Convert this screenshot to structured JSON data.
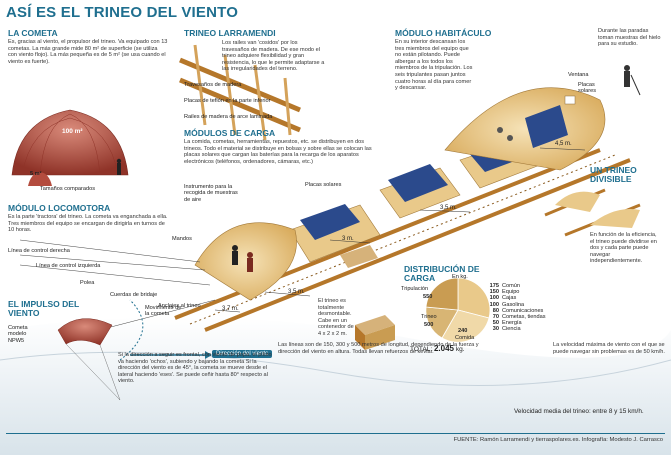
{
  "title": "ASÍ ES EL TRINEO DEL VIENTO",
  "cometa": {
    "heading": "LA COMETA",
    "text": "Es, gracias al viento, el propulsor del trineo. Va equipado con 13 cometas. La más grande mide 80 m² de superficie (se utiliza con viento flojo). La más pequeña es de 5 m² (se usa cuando el viento es fuerte).",
    "big": "100 m²",
    "small": "5 m²",
    "caption": "Tamaños comparados"
  },
  "locomotora": {
    "heading": "MÓDULO LOCOMOTORA",
    "text": "Es la parte 'tractora' del trineo. La cometa va enganchada a ella. Tres miembros del equipo se encargan de dirigirla en turnos de 10 horas.",
    "labels": [
      "Línea de control derecha",
      "Línea de control izquierda",
      "Polea",
      "Cuerdas de bridaje",
      "Mandos",
      "Anclajes al trineo"
    ]
  },
  "impulso": {
    "heading": "EL IMPULSO DEL VIENTO",
    "kite_label": "Cometa modelo NPW5",
    "movement": "Movimiento de la cometa",
    "wind_dir": "Dirección del viento",
    "text": "Si la dirección a seguir es frontal, con viento de popa, el piloto va haciendo 'ochos', subiendo y bajando la cometa Si la dirección del viento es de 45°, la cometa se mueve desde el lateral haciendo 'eses'. Se puede ceñir hasta 80° respecto al viento."
  },
  "larramendi": {
    "heading": "TRINEO LARRAMENDI",
    "text": "Los railes van 'cosidos' por los travesaños de madera. De ese modo el trineo adquiere flexibilidad y gran resistencia, lo que le permite adaptarse a las irregularidades del terreno.",
    "labels": [
      "Travesaños de madera",
      "Placas de teflón en la parte inferior",
      "Railes de madera de arce laminada"
    ]
  },
  "carga": {
    "heading": "MÓDULOS DE CARGA",
    "text": "La comida, cometas, herramientas, repuestos, etc. se distribuyen en dos trineos. Todo el material se distribuye en bolsas y sobre ellas se colocan las placas solares que cargan las baterías para la recarga de los aparatos electrónicos (teléfonos, ordenadores, cámaras, etc.)",
    "labels": [
      "Placas solares",
      "Instrumento para la recogida de muestras de aire"
    ]
  },
  "habitaculo": {
    "heading": "MÓDULO HABITÁCULO",
    "text": "En su interior descansan los tres miembros del equipo que no están pilotando. Puede albergar a los todos los miembros de la tripulación. Los seis tripulantes pasan juntos cuatro horas al día para comer y descansar.",
    "labels": [
      "Ventana",
      "Placas solares"
    ]
  },
  "paradas": "Durante las paradas toman muestras del hielo para su estudio.",
  "divisible": {
    "heading": "UN TRINEO DIVISIBLE",
    "text": "En función de la eficiencia, el trineo puede dividirse en dos y cada parte puede navegar independientemente."
  },
  "dims": [
    "4,5 m.",
    "3,5 m.",
    "3 m.",
    "3,5 m.",
    "3,7 m."
  ],
  "distribucion": {
    "heading": "DISTRIBUCIÓN DE CARGA",
    "unit": "En kg.",
    "pie_labels": [
      "Tripulación",
      "Trineo",
      "Comida"
    ],
    "pie_values": [
      "550",
      "500",
      "240"
    ],
    "legend": [
      {
        "value": "175",
        "label": "Común"
      },
      {
        "value": "150",
        "label": "Equipo"
      },
      {
        "value": "100",
        "label": "Cajas"
      },
      {
        "value": "100",
        "label": "Gasolina"
      },
      {
        "value": "80",
        "label": "Comunicaciones"
      },
      {
        "value": "70",
        "label": "Cometas, tiendas"
      },
      {
        "value": "50",
        "label": "Energía"
      },
      {
        "value": "30",
        "label": "Ciencia"
      }
    ],
    "total_label": "TOTAL:",
    "total_value": "2.045",
    "total_unit": "kg.",
    "container_text": "El trineo es totalmente desmontable. Cabe en un contenedor de 4 x 2 x 2 m."
  },
  "lines_text": "Las líneas son de 150, 300 y 500 metros de longitud, dependiendo de la fuerza y dirección del viento en altura. Todas llevan refuerzos de kevlar.",
  "max_speed": "La velocidad máxima de viento con el que se puede navegar sin problemas es de 50 km/h.",
  "avg_speed": "Velocidad media del trineo: entre 8 y 15 km/h.",
  "source": "FUENTE: Ramón Larramendi y tierraspolares.es. Infografía: Modesto J. Carrasco",
  "colors": {
    "accent": "#1f6f8f",
    "wood": "#b5772a",
    "tent": "#e9c98a",
    "solar": "#2b4a8c",
    "kite": "#b44c3e"
  }
}
